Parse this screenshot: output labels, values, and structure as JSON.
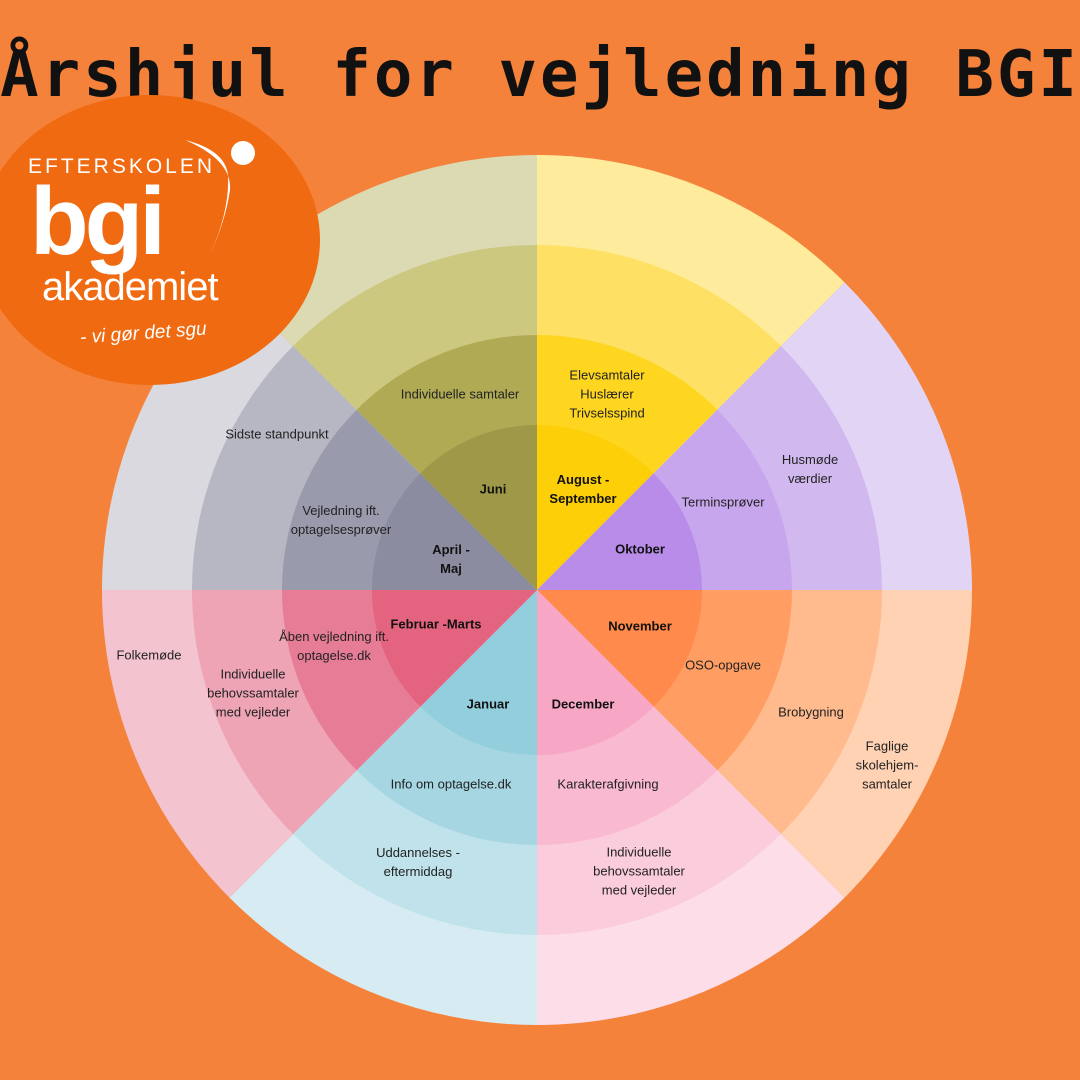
{
  "title": "Årshjul for vejledning BGI",
  "logo": {
    "line1": "EFTERSKOLEN",
    "line2": "bgi",
    "line3": "akademiet",
    "tagline": "- vi gør det sgu"
  },
  "wheel": {
    "months": {
      "juni": "Juni",
      "aug_sep": "August -\nSeptember",
      "oktober": "Oktober",
      "november": "November",
      "december": "December",
      "januar": "Januar",
      "feb_mar": "Februar -Marts",
      "apr_maj": "April -\nMaj"
    },
    "activities": {
      "individuelle_samtaler": "Individuelle samtaler",
      "elevsamtaler": "Elevsamtaler\nHuslærer\nTrivselsspind",
      "terminsprover": "Terminsprøver",
      "husmode": "Husmøde\nværdier",
      "oso": "OSO-opgave",
      "brobygning": "Brobygning",
      "faglige": "Faglige\nskolehjem-\nsamtaler",
      "karakter": "Karakterafgivning",
      "individuelle_dec": "Individuelle\nbehovssamtaler\nmed vejleder",
      "info_optagelse": "Info om optagelse.dk",
      "uddannelses": "Uddannelses -\neftermiddag",
      "aben_vejledning": "Åben vejledning ift.\noptagelse.dk",
      "individuelle_feb": "Individuelle\nbehovssamtaler\nmed vejleder",
      "folkemode": "Folkemøde",
      "vejledning_optag": "Vejledning ift.\noptagelsesprøver",
      "sidste_standpunkt": "Sidste standpunkt"
    }
  },
  "colors": {
    "background": "#F5823A",
    "juni": [
      "#DCDAB3",
      "#CDC87F",
      "#B0AA54",
      "#9E9848"
    ],
    "aug_sep": [
      "#FEEC9C",
      "#FEE065",
      "#FED620",
      "#FCCF08"
    ],
    "oktober": [
      "#E2D4F4",
      "#D1B9EF",
      "#C7A6EE",
      "#B88CE8"
    ],
    "nov": [
      "#FFD2B4",
      "#FFBB8E",
      "#FF9D63",
      "#FF8A4C"
    ],
    "dec": [
      "#FCDDE8",
      "#FBCCDB",
      "#F9B9D1",
      "#F7A7C5"
    ],
    "jan": [
      "#D6ECF2",
      "#C0E2EA",
      "#A5D6E2",
      "#93CEDD"
    ],
    "feb_mar": [
      "#F3C3CF",
      "#EEA4B5",
      "#E77C97",
      "#E4637F"
    ],
    "apr_maj": [
      "#D9D9DF",
      "#B7B7C4",
      "#9A9AAD",
      "#8C8CA0"
    ]
  }
}
